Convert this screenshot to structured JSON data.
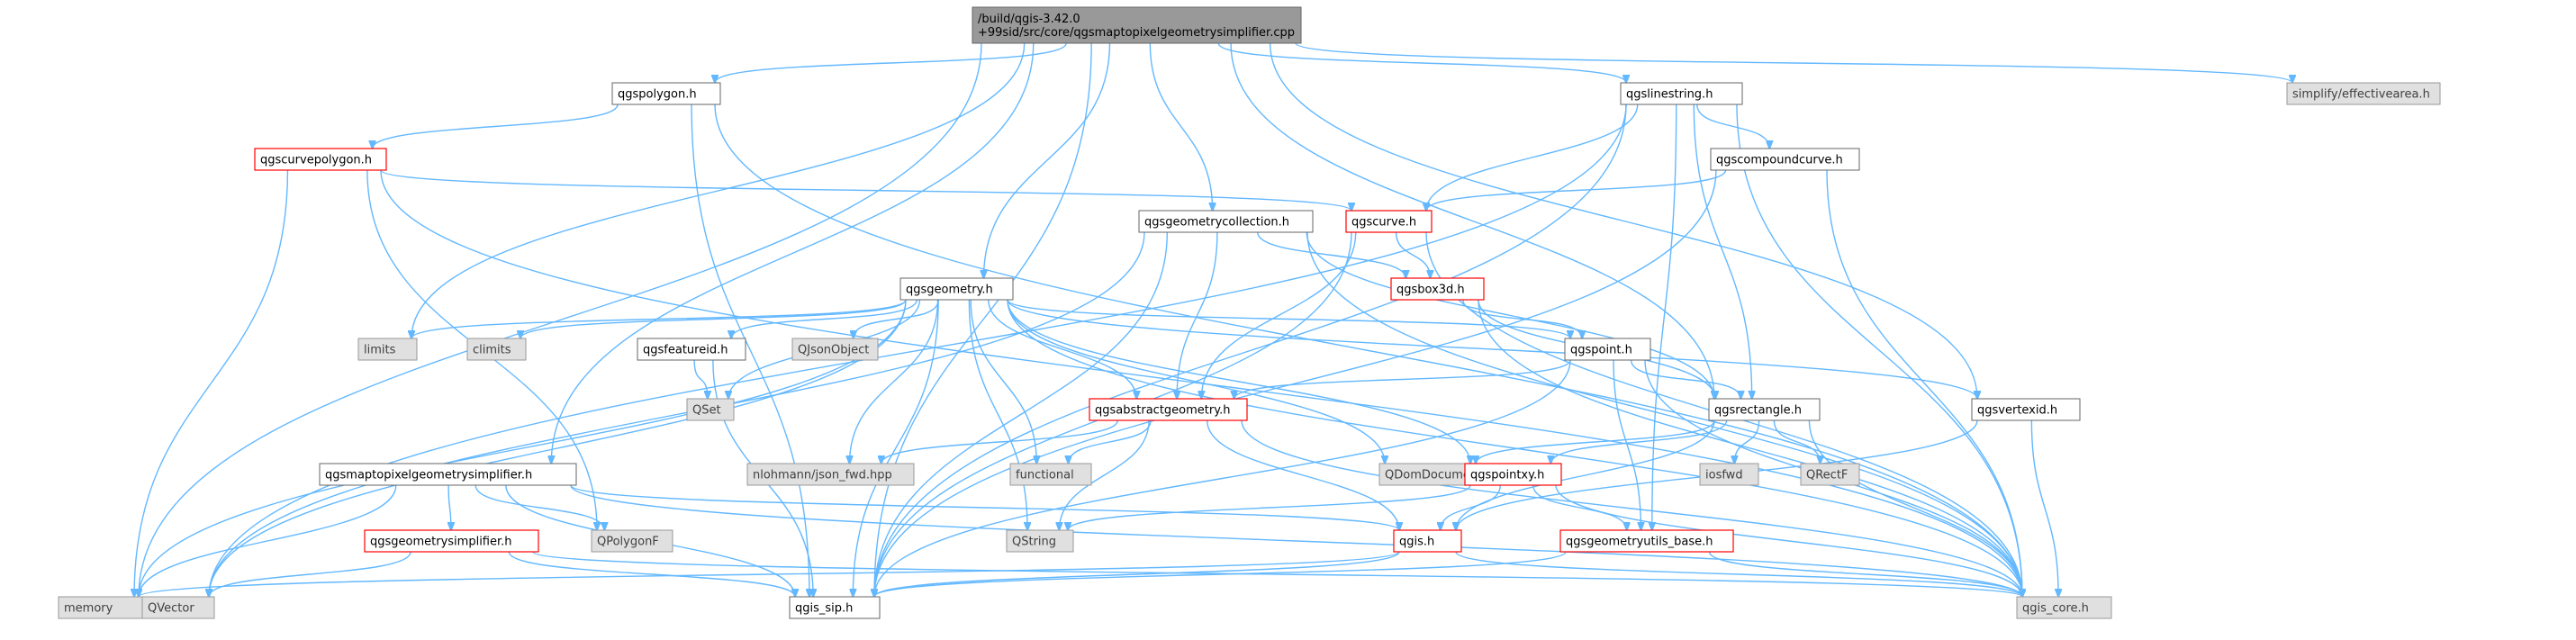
{
  "nodes": [
    {
      "id": "root",
      "lines": [
        "/build/qgis-3.42.0",
        "+99sid/src/core/qgsmaptopixelgeometrysimplifier.cpp"
      ],
      "style": "root"
    },
    {
      "id": "qgspolygon",
      "lines": [
        "qgspolygon.h"
      ],
      "style": "white"
    },
    {
      "id": "qgslinestring",
      "lines": [
        "qgslinestring.h"
      ],
      "style": "white"
    },
    {
      "id": "effectivearea",
      "lines": [
        "simplify/effectivearea.h"
      ],
      "style": "gray"
    },
    {
      "id": "qgscurvepolygon",
      "lines": [
        "qgscurvepolygon.h"
      ],
      "style": "red"
    },
    {
      "id": "qgscompoundcurve",
      "lines": [
        "qgscompoundcurve.h"
      ],
      "style": "white"
    },
    {
      "id": "qgsgeometrycollection",
      "lines": [
        "qgsgeometrycollection.h"
      ],
      "style": "white"
    },
    {
      "id": "qgscurve",
      "lines": [
        "qgscurve.h"
      ],
      "style": "red"
    },
    {
      "id": "qgsgeometry",
      "lines": [
        "qgsgeometry.h"
      ],
      "style": "white"
    },
    {
      "id": "qgsbox3d",
      "lines": [
        "qgsbox3d.h"
      ],
      "style": "red"
    },
    {
      "id": "limits",
      "lines": [
        "limits"
      ],
      "style": "gray"
    },
    {
      "id": "climits",
      "lines": [
        "climits"
      ],
      "style": "gray"
    },
    {
      "id": "qgsfeatureid",
      "lines": [
        "qgsfeatureid.h"
      ],
      "style": "white"
    },
    {
      "id": "qjsonobject",
      "lines": [
        "QJsonObject"
      ],
      "style": "gray"
    },
    {
      "id": "qgspoint",
      "lines": [
        "qgspoint.h"
      ],
      "style": "white"
    },
    {
      "id": "qset",
      "lines": [
        "QSet"
      ],
      "style": "gray"
    },
    {
      "id": "qgsvertexid",
      "lines": [
        "qgsvertexid.h"
      ],
      "style": "white"
    },
    {
      "id": "qgsabstractgeometry",
      "lines": [
        "qgsabstractgeometry.h"
      ],
      "style": "red"
    },
    {
      "id": "qgsrectangle",
      "lines": [
        "qgsrectangle.h"
      ],
      "style": "white"
    },
    {
      "id": "qgsmaptopixel",
      "lines": [
        "qgsmaptopixelgeometrysimplifier.h"
      ],
      "style": "white"
    },
    {
      "id": "nlohmann",
      "lines": [
        "nlohmann/json_fwd.hpp"
      ],
      "style": "gray"
    },
    {
      "id": "functional",
      "lines": [
        "functional"
      ],
      "style": "gray"
    },
    {
      "id": "qdomdocument",
      "lines": [
        "QDomDocument"
      ],
      "style": "gray"
    },
    {
      "id": "qgspointxy",
      "lines": [
        "qgspointxy.h"
      ],
      "style": "red"
    },
    {
      "id": "iosfwd",
      "lines": [
        "iosfwd"
      ],
      "style": "gray"
    },
    {
      "id": "qrectf",
      "lines": [
        "QRectF"
      ],
      "style": "gray"
    },
    {
      "id": "qgsgeometrysimplifier",
      "lines": [
        "qgsgeometrysimplifier.h"
      ],
      "style": "red"
    },
    {
      "id": "qpolygonf",
      "lines": [
        "QPolygonF"
      ],
      "style": "gray"
    },
    {
      "id": "qstring",
      "lines": [
        "QString"
      ],
      "style": "gray"
    },
    {
      "id": "qgis",
      "lines": [
        "qgis.h"
      ],
      "style": "red"
    },
    {
      "id": "qgsgeometryutils",
      "lines": [
        "qgsgeometryutils_base.h"
      ],
      "style": "red"
    },
    {
      "id": "memory",
      "lines": [
        "memory"
      ],
      "style": "gray"
    },
    {
      "id": "qvector",
      "lines": [
        "QVector"
      ],
      "style": "gray"
    },
    {
      "id": "qgis_sip",
      "lines": [
        "qgis_sip.h"
      ],
      "style": "white"
    },
    {
      "id": "qgis_core",
      "lines": [
        "qgis_core.h"
      ],
      "style": "gray"
    }
  ],
  "edges": [
    [
      "root",
      "qgspolygon"
    ],
    [
      "root",
      "qgslinestring"
    ],
    [
      "root",
      "effectivearea"
    ],
    [
      "root",
      "qgsgeometrycollection"
    ],
    [
      "root",
      "qgsgeometry"
    ],
    [
      "root",
      "qgsvertexid"
    ],
    [
      "root",
      "qgsrectangle"
    ],
    [
      "root",
      "qgsmaptopixel"
    ],
    [
      "root",
      "memory"
    ],
    [
      "root",
      "limits"
    ],
    [
      "root",
      "qgis_sip"
    ],
    [
      "qgspolygon",
      "qgscurvepolygon"
    ],
    [
      "qgspolygon",
      "qgis_core"
    ],
    [
      "qgspolygon",
      "qgis_sip"
    ],
    [
      "qgslinestring",
      "qgscompoundcurve"
    ],
    [
      "qgslinestring",
      "qgscurve"
    ],
    [
      "qgslinestring",
      "qgis_core"
    ],
    [
      "qgslinestring",
      "qgsrectangle"
    ],
    [
      "qgslinestring",
      "qgsgeometryutils"
    ],
    [
      "qgslinestring",
      "qgis_sip"
    ],
    [
      "qgslinestring",
      "qvector"
    ],
    [
      "qgscurvepolygon",
      "qgscurve"
    ],
    [
      "qgscurvepolygon",
      "qgis_core"
    ],
    [
      "qgscurvepolygon",
      "memory"
    ],
    [
      "qgscurvepolygon",
      "qpolygonf"
    ],
    [
      "qgscompoundcurve",
      "qgscurve"
    ],
    [
      "qgscompoundcurve",
      "qgis_core"
    ],
    [
      "qgscompoundcurve",
      "qgis_sip"
    ],
    [
      "qgsgeometrycollection",
      "qgsabstractgeometry"
    ],
    [
      "qgsgeometrycollection",
      "qgsbox3d"
    ],
    [
      "qgsgeometrycollection",
      "qgsrectangle"
    ],
    [
      "qgsgeometrycollection",
      "qgis_core"
    ],
    [
      "qgsgeometrycollection",
      "qgis_sip"
    ],
    [
      "qgsgeometrycollection",
      "qvector"
    ],
    [
      "qgscurve",
      "qgsabstractgeometry"
    ],
    [
      "qgscurve",
      "qgsbox3d"
    ],
    [
      "qgscurve",
      "qgis_core"
    ],
    [
      "qgscurve",
      "qgis_sip"
    ],
    [
      "qgsgeometry",
      "limits"
    ],
    [
      "qgsgeometry",
      "climits"
    ],
    [
      "qgsgeometry",
      "qgsfeatureid"
    ],
    [
      "qgsgeometry",
      "qjsonobject"
    ],
    [
      "qgsgeometry",
      "qset"
    ],
    [
      "qgsgeometry",
      "qgspoint"
    ],
    [
      "qgsgeometry",
      "qgsabstractgeometry"
    ],
    [
      "qgsgeometry",
      "qgsvertexid"
    ],
    [
      "qgsgeometry",
      "nlohmann"
    ],
    [
      "qgsgeometry",
      "functional"
    ],
    [
      "qgsgeometry",
      "qdomdocument"
    ],
    [
      "qgsgeometry",
      "qgspointxy"
    ],
    [
      "qgsgeometry",
      "qstring"
    ],
    [
      "qgsgeometry",
      "memory"
    ],
    [
      "qgsgeometry",
      "qvector"
    ],
    [
      "qgsgeometry",
      "qgis_core"
    ],
    [
      "qgsgeometry",
      "qgis_sip"
    ],
    [
      "qgsbox3d",
      "qgspoint"
    ],
    [
      "qgsbox3d",
      "qgsrectangle"
    ],
    [
      "qgsbox3d",
      "qgis_core"
    ],
    [
      "qgsfeatureid",
      "qset"
    ],
    [
      "qgsfeatureid",
      "qgis_sip"
    ],
    [
      "qgspoint",
      "qgsabstractgeometry"
    ],
    [
      "qgspoint",
      "qgsrectangle"
    ],
    [
      "qgspoint",
      "qgsgeometryutils"
    ],
    [
      "qgspoint",
      "qgis_core"
    ],
    [
      "qgspoint",
      "qgis_sip"
    ],
    [
      "qgsvertexid",
      "qgis"
    ],
    [
      "qgsvertexid",
      "qgis_core"
    ],
    [
      "qgsabstractgeometry",
      "nlohmann"
    ],
    [
      "qgsabstractgeometry",
      "functional"
    ],
    [
      "qgsabstractgeometry",
      "qstring"
    ],
    [
      "qgsabstractgeometry",
      "qgis"
    ],
    [
      "qgsabstractgeometry",
      "qgis_core"
    ],
    [
      "qgsrectangle",
      "qdomdocument"
    ],
    [
      "qgsrectangle",
      "qgspointxy"
    ],
    [
      "qgsrectangle",
      "iosfwd"
    ],
    [
      "qgsrectangle",
      "qrectf"
    ],
    [
      "qgsrectangle",
      "qgis"
    ],
    [
      "qgsrectangle",
      "qgis_core"
    ],
    [
      "qgsmaptopixel",
      "qgsgeometrysimplifier"
    ],
    [
      "qgsmaptopixel",
      "qpolygonf"
    ],
    [
      "qgsmaptopixel",
      "qgis"
    ],
    [
      "qgsmaptopixel",
      "memory"
    ],
    [
      "qgsmaptopixel",
      "qgis_core"
    ],
    [
      "qgsmaptopixel",
      "qgis_sip"
    ],
    [
      "qgspointxy",
      "qgis"
    ],
    [
      "qgspointxy",
      "qgsgeometryutils"
    ],
    [
      "qgspointxy",
      "qstring"
    ],
    [
      "qgspointxy",
      "qgis_core"
    ],
    [
      "qgsgeometrysimplifier",
      "qgis_core"
    ],
    [
      "qgsgeometrysimplifier",
      "qgis_sip"
    ],
    [
      "qgsgeometrysimplifier",
      "qvector"
    ],
    [
      "qgis",
      "qgis_sip"
    ],
    [
      "qgis",
      "qgis_core"
    ],
    [
      "qgis",
      "memory"
    ],
    [
      "qgsgeometryutils",
      "qgis_core"
    ],
    [
      "qgsgeometryutils",
      "qgis_sip"
    ]
  ]
}
